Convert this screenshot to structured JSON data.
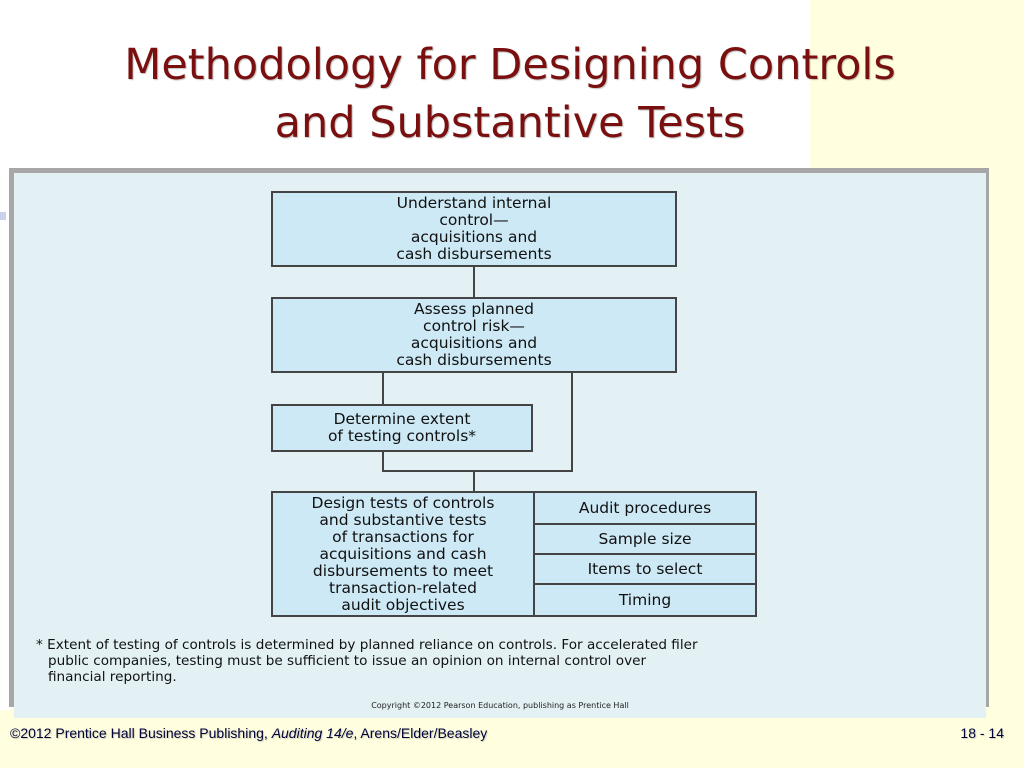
{
  "slide": {
    "title_line1": "Methodology for Designing Controls",
    "title_line2": "and Substantive Tests"
  },
  "flowchart": {
    "box1": [
      "Understand internal",
      "control—",
      "acquisitions and",
      "cash disbursements"
    ],
    "box2": [
      "Assess planned",
      "control risk—",
      "acquisitions and",
      "cash disbursements"
    ],
    "box3": [
      "Determine extent",
      "of testing controls*"
    ],
    "box4": [
      "Design tests of controls",
      "and substantive tests",
      "of transactions for",
      "acquisitions and cash",
      "disbursements to meet",
      "transaction-related",
      "audit objectives"
    ],
    "aspects": [
      "Audit procedures",
      "Sample size",
      "Items to select",
      "Timing"
    ]
  },
  "footnote": {
    "line1": "* Extent of testing of controls is determined by planned reliance on controls. For accelerated filer",
    "line2": "public companies, testing must be sufficient to issue an opinion on internal control over",
    "line3": "financial reporting."
  },
  "figure_copyright": "Copyright ©2012 Pearson Education, publishing as Prentice Hall",
  "footer": {
    "left_prefix": "©2012 Prentice Hall Business Publishing, ",
    "book_title": "Auditing 14/e",
    "left_suffix": ", Arens/Elder/Beasley",
    "slide_number": "18 - 14"
  }
}
